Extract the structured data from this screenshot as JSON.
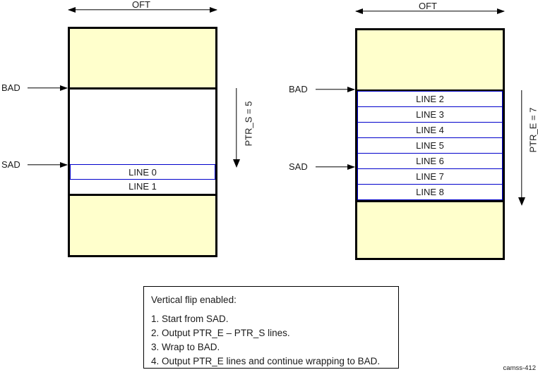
{
  "colors": {
    "region_fill": "#FFFFCC",
    "line_border": "#0000CC",
    "outline": "#000000"
  },
  "left_figure": {
    "oft_label": "OFT",
    "bad_label": "BAD",
    "sad_label": "SAD",
    "ptr_label": "PTR_S = 5",
    "lines": [
      "LINE 0",
      "LINE 1"
    ]
  },
  "right_figure": {
    "oft_label": "OFT",
    "bad_label": "BAD",
    "sad_label": "SAD",
    "ptr_label": "PTR_E = 7",
    "lines": [
      "LINE 2",
      "LINE 3",
      "LINE 4",
      "LINE 5",
      "LINE 6",
      "LINE 7",
      "LINE 8"
    ]
  },
  "note_box": {
    "title": "Vertical flip enabled:",
    "steps": [
      "1. Start from SAD.",
      "2. Output PTR_E – PTR_S lines.",
      "3. Wrap to BAD.",
      "4. Output PTR_E lines and continue wrapping to BAD."
    ]
  },
  "figure_id": "camss-412"
}
